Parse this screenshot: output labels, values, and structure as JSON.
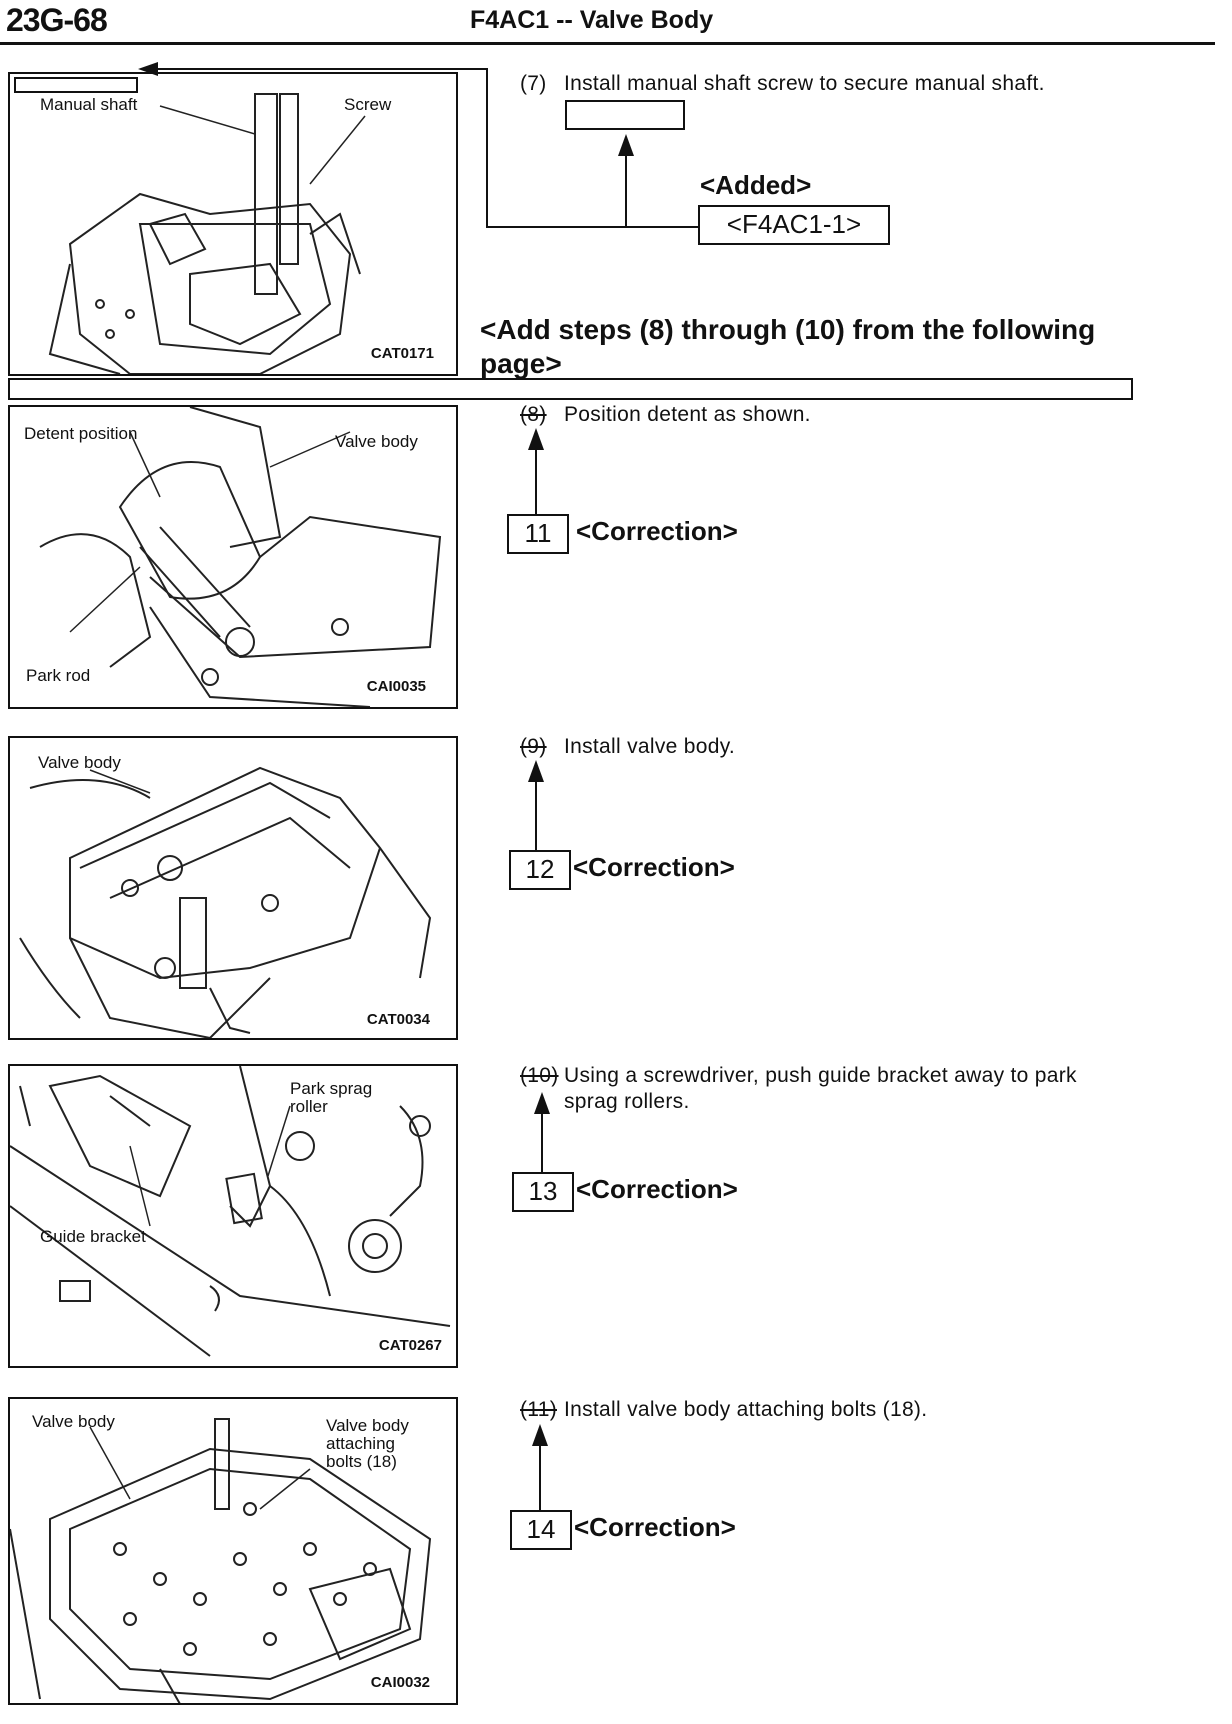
{
  "header": {
    "page_number": "23G-68",
    "title": "F4AC1 -- Valve Body"
  },
  "top_section": {
    "figure": {
      "label_manual_shaft": "Manual shaft",
      "label_screw": "Screw",
      "code": "CAT0171"
    },
    "step": {
      "number": "(7)",
      "text": "Install manual shaft screw to secure manual shaft."
    },
    "added_label": "<Added>",
    "added_code": "<F4AC1-1>",
    "add_steps_line1": "<Add steps (8) through (10) from the following",
    "add_steps_line2": "page>"
  },
  "steps": [
    {
      "old_number": "(8)",
      "text": "Position detent as shown.",
      "new_number": "11",
      "correction_label": "<Correction>",
      "figure": {
        "labels": [
          "Detent position",
          "Valve body",
          "Park rod"
        ],
        "code": "CAI0035"
      }
    },
    {
      "old_number": "(9)",
      "text": "Install valve body.",
      "new_number": "12",
      "correction_label": "<Correction>",
      "figure": {
        "labels": [
          "Valve body"
        ],
        "code": "CAT0034"
      }
    },
    {
      "old_number": "(10)",
      "text_line1": "Using a screwdriver, push guide bracket away to park",
      "text_line2": "sprag rollers.",
      "new_number": "13",
      "correction_label": "<Correction>",
      "figure": {
        "labels": [
          "Park sprag",
          "roller",
          "Guide bracket"
        ],
        "code": "CAT0267"
      }
    },
    {
      "old_number": "(11)",
      "text": "Install valve body attaching bolts (18).",
      "new_number": "14",
      "correction_label": "<Correction>",
      "figure": {
        "labels": [
          "Valve body",
          "Valve body",
          "attaching",
          "bolts (18)"
        ],
        "code": "CAI0032"
      }
    }
  ]
}
